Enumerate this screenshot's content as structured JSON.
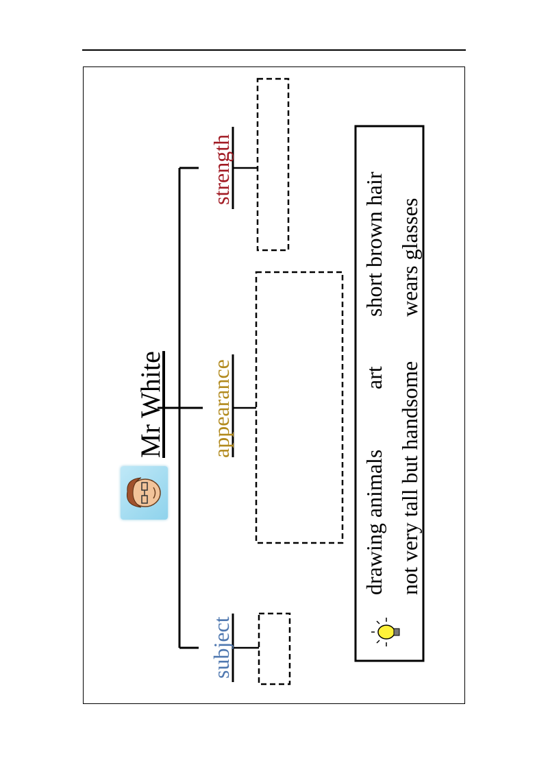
{
  "person": {
    "name": "Mr White",
    "avatar_icon": "teacher-avatar-icon"
  },
  "categories": [
    {
      "key": "subject",
      "label": "subject",
      "color": "#4f78b0"
    },
    {
      "key": "appearance",
      "label": "appearance",
      "color": "#b28a1e"
    },
    {
      "key": "strength",
      "label": "strength",
      "color": "#a11a23"
    }
  ],
  "word_bank": {
    "icon": "lightbulb-icon",
    "col1": [
      "drawing animals",
      "art",
      "short brown hair"
    ],
    "col2": [
      "not very tall but handsome",
      "wears glasses"
    ]
  }
}
